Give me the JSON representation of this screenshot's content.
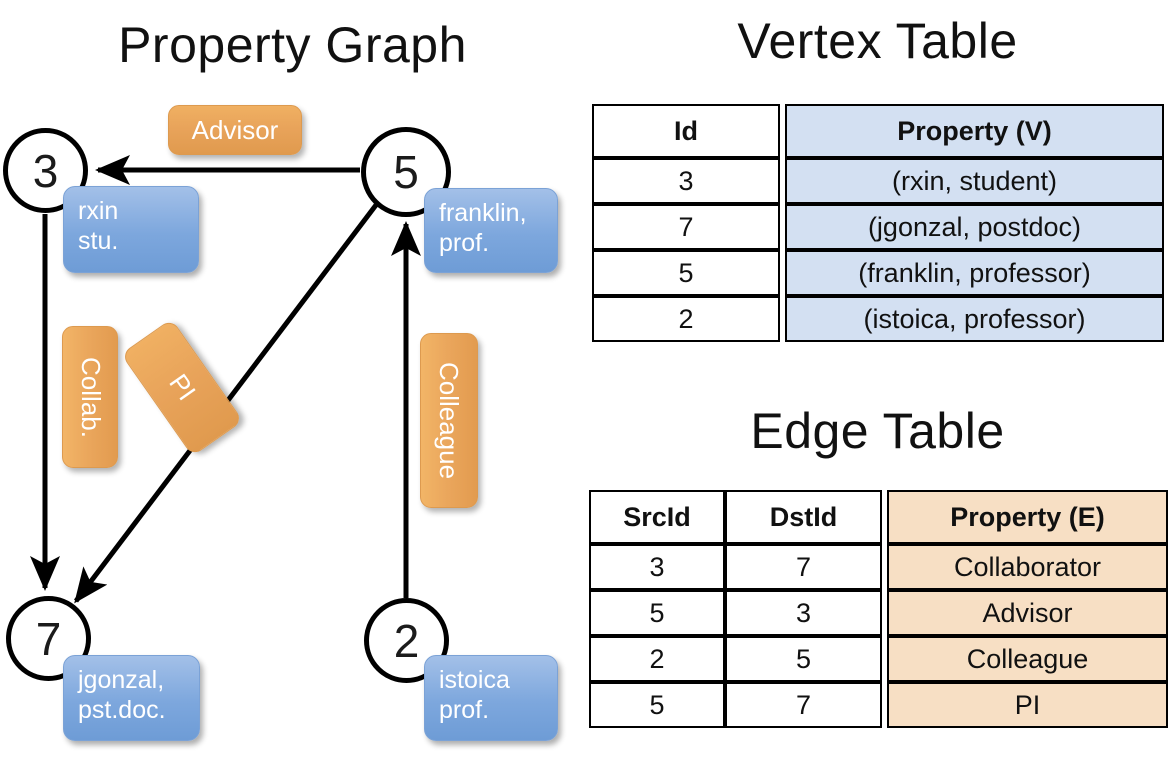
{
  "titles": {
    "property_graph": "Property Graph",
    "vertex_table": "Vertex Table",
    "edge_table": "Edge Table"
  },
  "colors": {
    "vertex_property_fill": "#d3e0f2",
    "edge_property_fill": "#f7dfc4",
    "vertex_box_fill": "#7da7dd",
    "edge_label_fill": "#e8a35a",
    "stroke": "#000000"
  },
  "graph": {
    "nodes": [
      {
        "id": "3",
        "label": "3",
        "property_line1": "rxin",
        "property_line2": "stu."
      },
      {
        "id": "5",
        "label": "5",
        "property_line1": "franklin,",
        "property_line2": "prof."
      },
      {
        "id": "7",
        "label": "7",
        "property_line1": "jgonzal,",
        "property_line2": "pst.doc."
      },
      {
        "id": "2",
        "label": "2",
        "property_line1": "istoica",
        "property_line2": "prof."
      }
    ],
    "edge_labels": [
      {
        "name": "advisor",
        "text": "Advisor"
      },
      {
        "name": "collab",
        "text": "Collab."
      },
      {
        "name": "pi",
        "text": "PI"
      },
      {
        "name": "colleague",
        "text": "Colleague"
      }
    ]
  },
  "vertex_table": {
    "headers": [
      "Id",
      "Property (V)"
    ],
    "rows": [
      {
        "id": "3",
        "property": "(rxin, student)"
      },
      {
        "id": "7",
        "property": "(jgonzal, postdoc)"
      },
      {
        "id": "5",
        "property": "(franklin, professor)"
      },
      {
        "id": "2",
        "property": "(istoica, professor)"
      }
    ]
  },
  "edge_table": {
    "headers": [
      "SrcId",
      "DstId",
      "Property (E)"
    ],
    "rows": [
      {
        "src": "3",
        "dst": "7",
        "property": "Collaborator"
      },
      {
        "src": "5",
        "dst": "3",
        "property": "Advisor"
      },
      {
        "src": "2",
        "dst": "5",
        "property": "Colleague"
      },
      {
        "src": "5",
        "dst": "7",
        "property": "PI"
      }
    ]
  }
}
